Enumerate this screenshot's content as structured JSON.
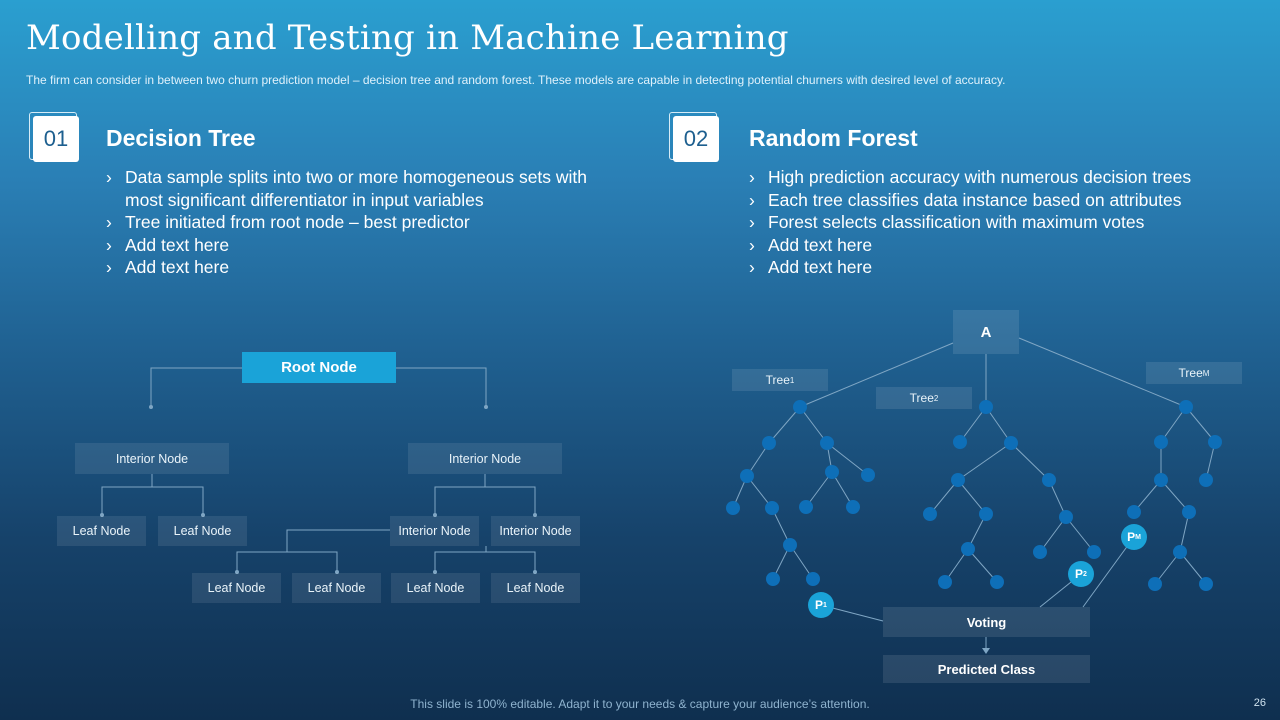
{
  "title": "Modelling and Testing in Machine Learning",
  "subtitle": "The firm can consider in between two churn prediction model – decision tree and random forest. These models are capable in detecting potential churners with desired level of accuracy.",
  "sections": [
    {
      "number": "01",
      "heading": "Decision Tree",
      "bullets": [
        "Data sample splits into two or more homogeneous sets with most significant differentiator in input variables",
        "Tree initiated from root node – best predictor",
        "Add text here",
        "Add text here"
      ]
    },
    {
      "number": "02",
      "heading": "Random Forest",
      "bullets": [
        "High prediction accuracy with numerous decision trees",
        "Each tree classifies data instance based on attributes",
        "Forest selects classification with maximum votes",
        "Add text here",
        "Add text here"
      ]
    }
  ],
  "bullet_glyph": "›",
  "decision_tree": {
    "root": "Root Node",
    "interior_left": "Interior Node",
    "interior_right": "Interior Node",
    "leaf_1": "Leaf Node",
    "leaf_2": "Leaf Node",
    "interior_3": "Interior Node",
    "interior_4": "Interior Node",
    "leaf_3": "Leaf Node",
    "leaf_4": "Leaf Node",
    "leaf_5": "Leaf Node",
    "leaf_6": "Leaf Node"
  },
  "random_forest": {
    "input": "A",
    "tree1_label": "Tree",
    "tree1_sub": "1",
    "tree2_label": "Tree",
    "tree2_sub": "2",
    "treem_label": "Tree",
    "treem_sub": "M",
    "p1_label": "P",
    "p1_sub": "1",
    "p2_label": "P",
    "p2_sub": "2",
    "pm_label": "P",
    "pm_sub": "M",
    "voting": "Voting",
    "predicted": "Predicted Class"
  },
  "colors": {
    "accent": "#1aa3d8",
    "node_dot": "#0e6fb8",
    "line": "#7fa6c4"
  },
  "footer": "This slide is 100% editable. Adapt it to your needs & capture your audience’s attention.",
  "page_number": "26"
}
